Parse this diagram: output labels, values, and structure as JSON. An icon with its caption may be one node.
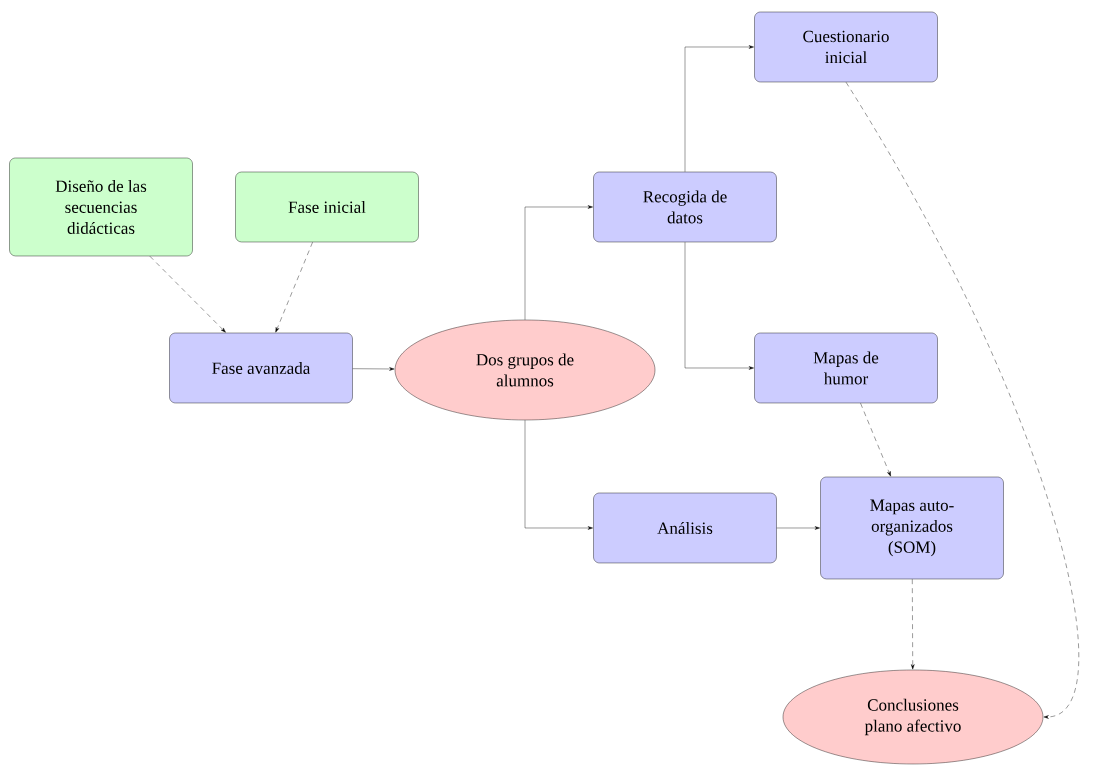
{
  "diagram": {
    "nodes": [
      {
        "text": [
          "Diseño de las secuencias didácticas"
        ]
      },
      {
        "text": [
          "Fase inicial"
        ]
      },
      {
        "text": [
          "Fase avanzada"
        ]
      },
      {
        "text": [
          "Dos grupos de alumnos"
        ]
      },
      {
        "text": [
          "Recogida de datos"
        ]
      },
      {
        "text": [
          "Cuestionario inicial"
        ]
      },
      {
        "text": [
          "Mapas de humor"
        ]
      },
      {
        "text": [
          "Análisis"
        ]
      },
      {
        "text": [
          "Mapas auto-organizados (SOM)"
        ]
      },
      {
        "text": [
          "Conclusiones plano afectivo"
        ]
      }
    ],
    "edges": [
      {
        "from": 0,
        "to": 2,
        "arrow": "to",
        "style": "dashed"
      },
      {
        "from": 1,
        "to": 2,
        "arrow": "to",
        "style": "dashed"
      },
      {
        "from": 2,
        "to": 3,
        "arrow": "to"
      },
      {
        "from": 3,
        "to": 4,
        "arrow": "to"
      },
      {
        "from": 3,
        "to": 7,
        "arrow": "to"
      },
      {
        "from": 4,
        "to": 5,
        "arrow": "to"
      },
      {
        "from": 4,
        "to": 6,
        "arrow": "to"
      },
      {
        "from": 6,
        "to": 8,
        "arrow": "to",
        "style": "dashed"
      },
      {
        "from": 7,
        "to": 8,
        "arrow": "to"
      },
      {
        "from": 8,
        "to": 9,
        "arrow": "to",
        "style": "dashed"
      },
      {
        "from": 5,
        "to": 9,
        "arrow": "to",
        "style": "dashed"
      }
    ]
  }
}
